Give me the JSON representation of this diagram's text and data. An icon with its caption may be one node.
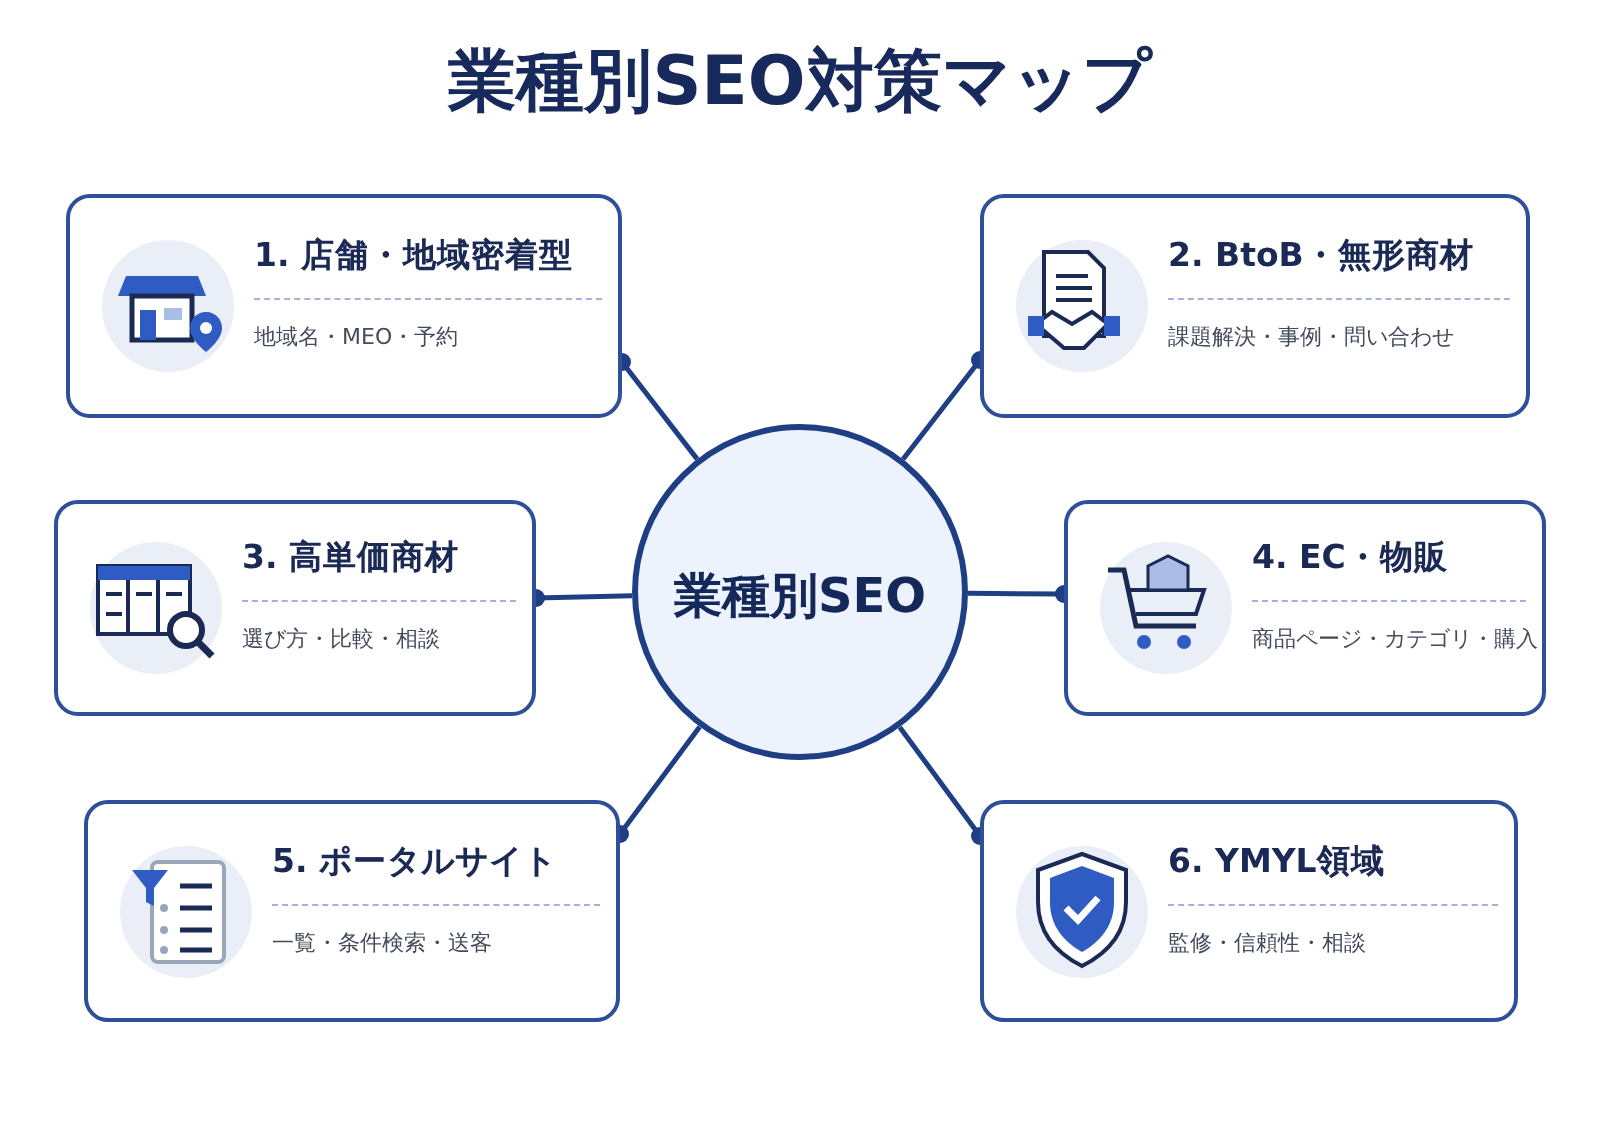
{
  "diagram": {
    "title": "業種別SEO対策マップ",
    "nodes": [
      {
        "text": [
          "業種別SEO"
        ]
      },
      {
        "text": [
          "1. 店舗・地域密着型",
          "地域名・MEO・予約"
        ]
      },
      {
        "text": [
          "2. BtoB・無形商材",
          "課題解決・事例・問い合わせ"
        ]
      },
      {
        "text": [
          "3. 高単価商材",
          "選び方・比較・相談"
        ]
      },
      {
        "text": [
          "4. EC・物販",
          "商品ページ・カテゴリ・購入"
        ]
      },
      {
        "text": [
          "5. ポータルサイト",
          "一覧・条件検索・送客"
        ]
      },
      {
        "text": [
          "6. YMYL領域",
          "監修・信頼性・相談"
        ]
      }
    ],
    "edges": [
      {
        "from": 0,
        "to": 1,
        "arrow": "other"
      },
      {
        "from": 0,
        "to": 2,
        "arrow": "other"
      },
      {
        "from": 0,
        "to": 3,
        "arrow": "other"
      },
      {
        "from": 0,
        "to": 4,
        "arrow": "other"
      },
      {
        "from": 0,
        "to": 5,
        "arrow": "other"
      },
      {
        "from": 0,
        "to": 6,
        "arrow": "other"
      }
    ]
  }
}
